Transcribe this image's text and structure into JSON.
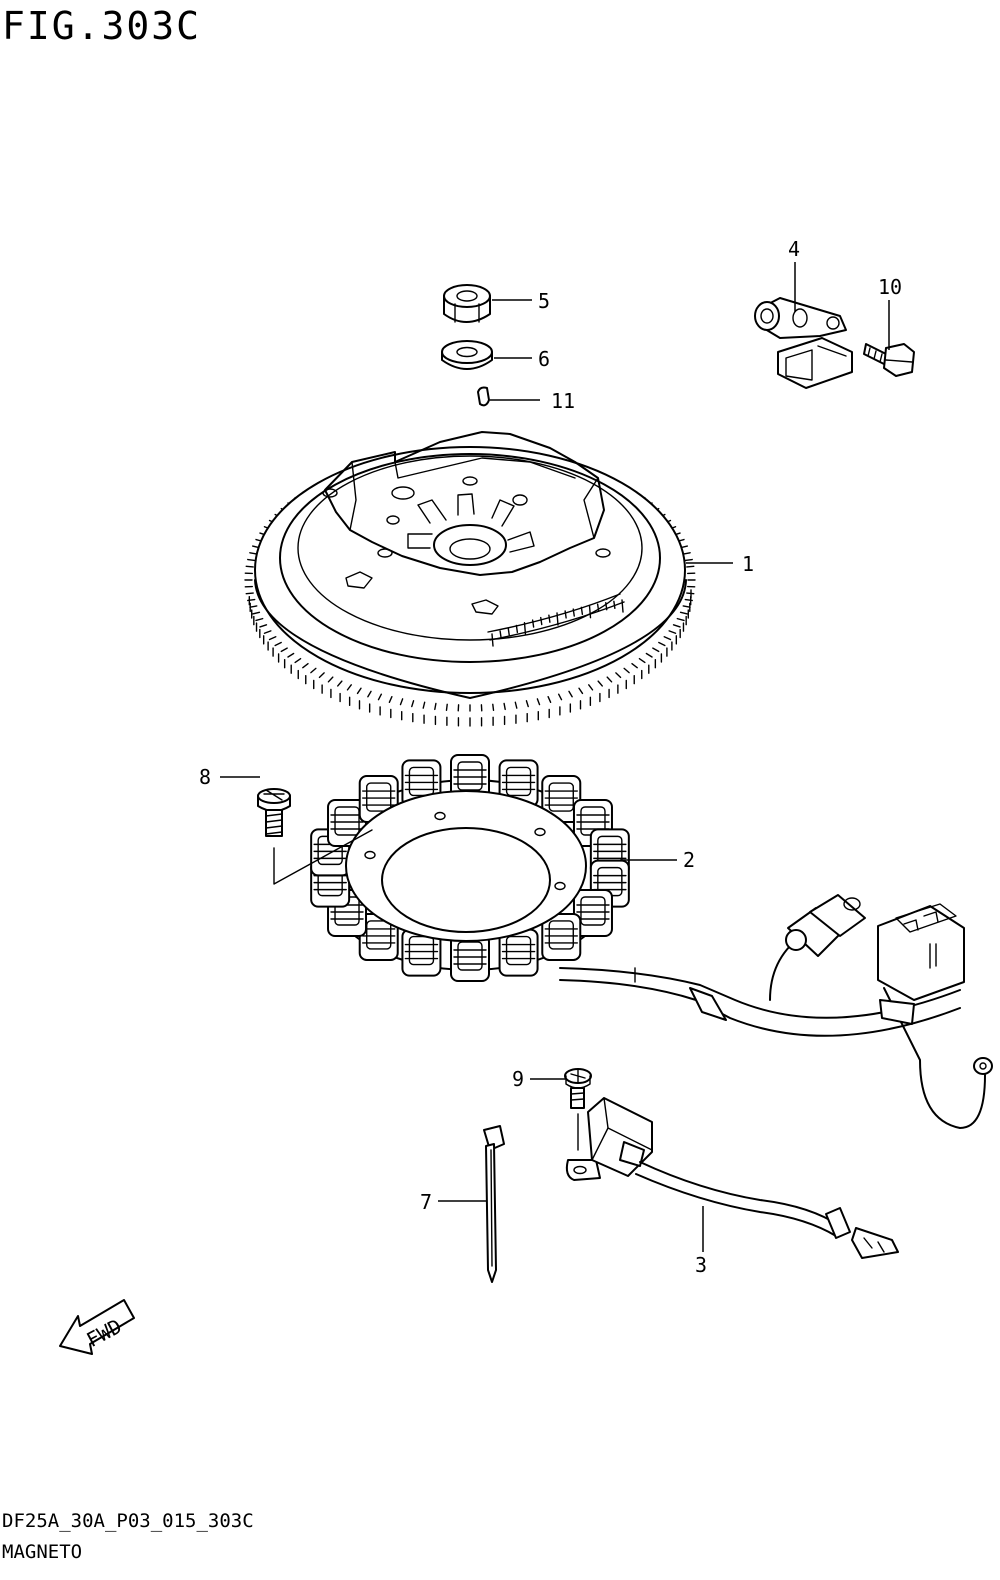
{
  "figure": {
    "title": "FIG.303C",
    "code": "DF25A_30A_P03_015_303C",
    "name": "MAGNETO"
  },
  "callouts": [
    {
      "id": "1",
      "label": "1"
    },
    {
      "id": "2",
      "label": "2"
    },
    {
      "id": "3",
      "label": "3"
    },
    {
      "id": "4",
      "label": "4"
    },
    {
      "id": "5",
      "label": "5"
    },
    {
      "id": "6",
      "label": "6"
    },
    {
      "id": "7",
      "label": "7"
    },
    {
      "id": "8",
      "label": "8"
    },
    {
      "id": "9",
      "label": "9"
    },
    {
      "id": "10",
      "label": "10"
    },
    {
      "id": "11",
      "label": "11"
    }
  ],
  "direction_badge": {
    "label": "FWD"
  }
}
